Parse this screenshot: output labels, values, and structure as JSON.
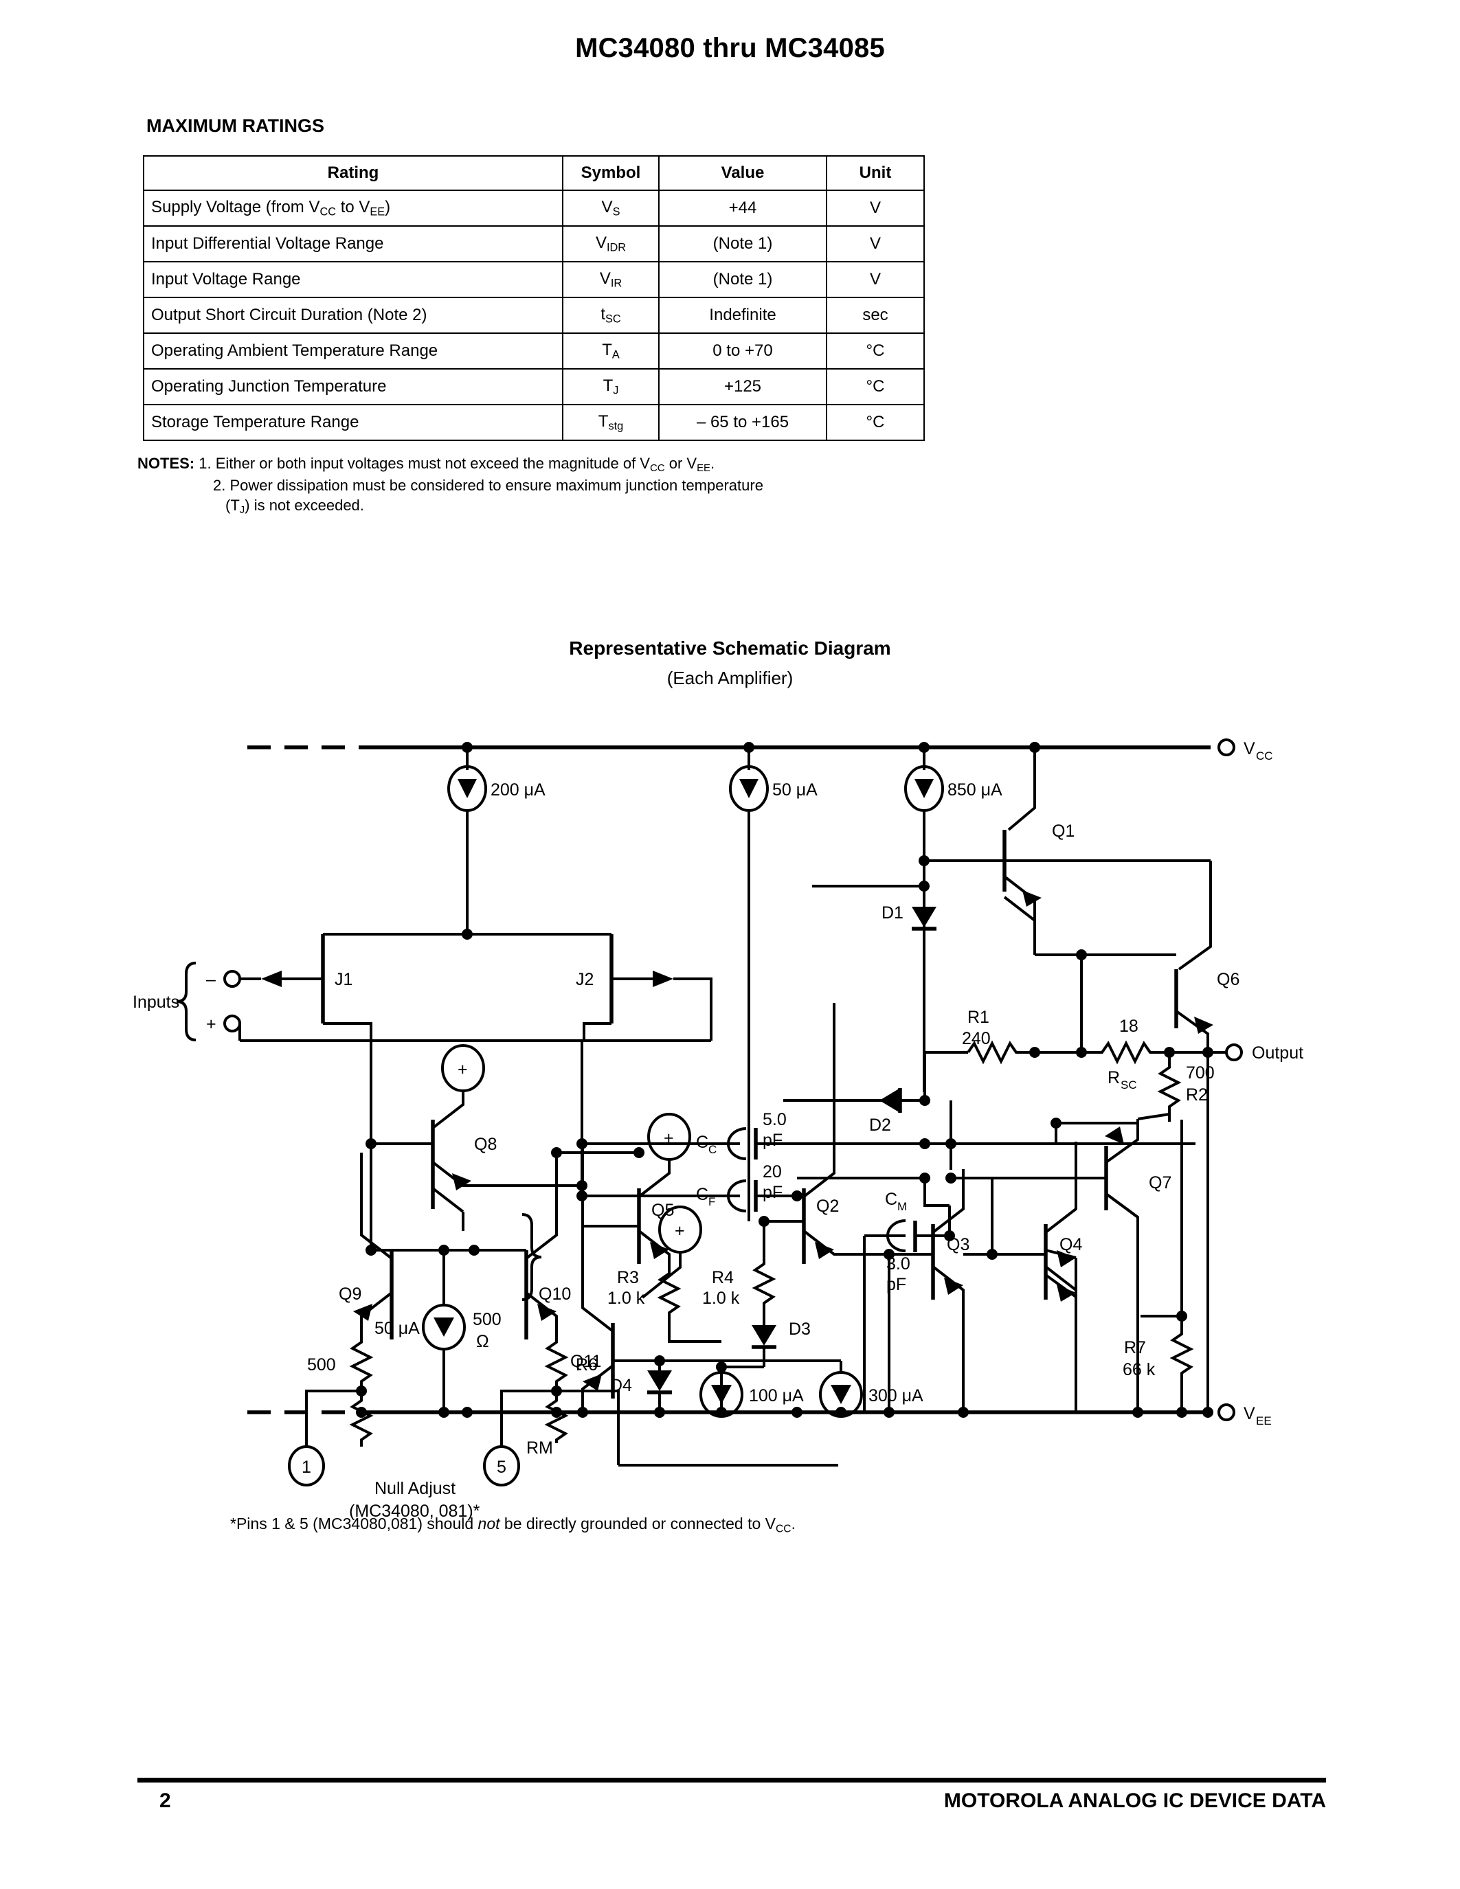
{
  "document": {
    "title": "MC34080 thru MC34085",
    "page_number": "2",
    "footer_brand": "MOTOROLA ANALOG IC DEVICE DATA"
  },
  "ratings": {
    "heading": "MAXIMUM RATINGS",
    "columns": [
      "Rating",
      "Symbol",
      "Value",
      "Unit"
    ],
    "rows": [
      {
        "rating": "Supply Voltage (from V<sub>CC</sub> to V<sub>EE</sub>)",
        "symbol": "V<sub>S</sub>",
        "value": "+44",
        "unit": "V"
      },
      {
        "rating": "Input Differential Voltage Range",
        "symbol": "V<sub>IDR</sub>",
        "value": "(Note 1)",
        "unit": "V"
      },
      {
        "rating": "Input Voltage Range",
        "symbol": "V<sub>IR</sub>",
        "value": "(Note 1)",
        "unit": "V"
      },
      {
        "rating": "Output Short Circuit Duration (Note 2)",
        "symbol": "t<sub>SC</sub>",
        "value": "Indefinite",
        "unit": "sec"
      },
      {
        "rating": "Operating Ambient Temperature Range",
        "symbol": "T<sub>A</sub>",
        "value": "0 to +70",
        "unit": "°C"
      },
      {
        "rating": "Operating Junction Temperature",
        "symbol": "T<sub>J</sub>",
        "value": "+125",
        "unit": "°C"
      },
      {
        "rating": "Storage Temperature Range",
        "symbol": "T<sub>stg</sub>",
        "value": "– 65 to +165",
        "unit": "°C"
      }
    ]
  },
  "notes": {
    "label": "NOTES:",
    "items": [
      "1. Either or both input voltages must not exceed the magnitude of V<sub>CC</sub> or V<sub>EE</sub>.",
      "2. Power dissipation must be considered to ensure maximum junction temperature",
      "(T<sub>J</sub>) is not exceeded."
    ]
  },
  "schematic": {
    "title": "Representative Schematic Diagram",
    "subtitle": "(Each Amplifier)",
    "rails": {
      "vcc": "V",
      "vcc_sub": "CC",
      "vee": "V",
      "vee_sub": "EE",
      "output": "Output"
    },
    "inputs_label": "Inputs",
    "input_minus": "–",
    "input_plus": "+",
    "jfets": [
      "J1",
      "J2"
    ],
    "current_sources": [
      {
        "label": "200 μA"
      },
      {
        "label": "50 μA"
      },
      {
        "label": "850 μA"
      },
      {
        "label": "50 μA"
      },
      {
        "label": "100 μA"
      },
      {
        "label": "300 μA"
      }
    ],
    "transistors": [
      "Q1",
      "Q2",
      "Q3",
      "Q4",
      "Q5",
      "Q6",
      "Q7",
      "Q8",
      "Q9",
      "Q10",
      "Q11"
    ],
    "diodes": [
      "D1",
      "D2",
      "D3",
      "D4"
    ],
    "resistors": [
      {
        "name": "R1",
        "value": "240"
      },
      {
        "name": "R2",
        "value": "700"
      },
      {
        "name": "R3",
        "value": "1.0 k"
      },
      {
        "name": "R4",
        "value": "1.0 k"
      },
      {
        "name": "R6",
        "value": ""
      },
      {
        "name": "R7",
        "value": "66 k"
      },
      {
        "name": "RSC",
        "value": "18"
      },
      {
        "name": "RM",
        "value": ""
      },
      {
        "name": "R500a",
        "value": "500"
      },
      {
        "name": "R500b",
        "value": "500 Ω"
      }
    ],
    "capacitors": [
      {
        "name": "CC",
        "value": "5.0 pF"
      },
      {
        "name": "CF",
        "value": "20 pF"
      },
      {
        "name": "CM",
        "value": "3.0 pF"
      }
    ],
    "pins": [
      "1",
      "5"
    ],
    "null_adjust_line1": "Null Adjust",
    "null_adjust_line2": "(MC34080, 081)*",
    "footnote": "*Pins 1 & 5 (MC34080,081) should not be directly grounded or connected to VCC."
  }
}
